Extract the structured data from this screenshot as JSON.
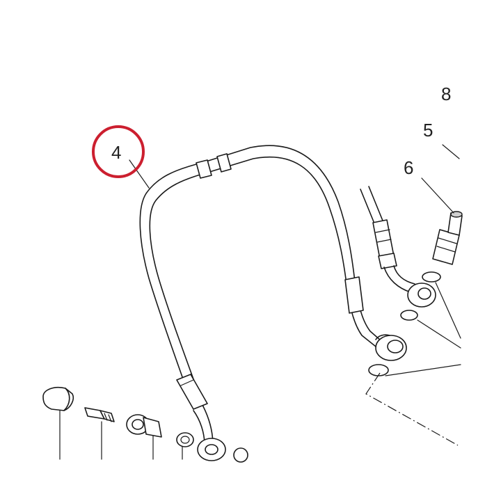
{
  "callouts": {
    "c4": "4",
    "c5": "5",
    "c6": "6",
    "c8": "8"
  },
  "highlight": {
    "color": "#cc1f2f",
    "target": "4"
  }
}
